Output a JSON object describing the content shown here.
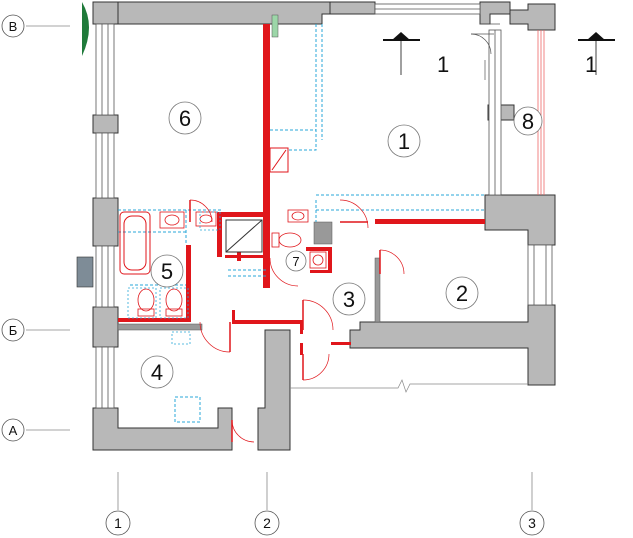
{
  "axes": {
    "rows": [
      "В",
      "Б",
      "А"
    ],
    "cols": [
      "1",
      "2",
      "3"
    ]
  },
  "rooms": [
    {
      "id": "room-1",
      "label": "1"
    },
    {
      "id": "room-2",
      "label": "2"
    },
    {
      "id": "room-3",
      "label": "3"
    },
    {
      "id": "room-4",
      "label": "4"
    },
    {
      "id": "room-5",
      "label": "5"
    },
    {
      "id": "room-6",
      "label": "6"
    },
    {
      "id": "room-7",
      "label": "7"
    },
    {
      "id": "room-8",
      "label": "8"
    }
  ],
  "section_marks": [
    "1",
    "1"
  ],
  "colors": {
    "wall": "#b8b8b8",
    "wall_stroke": "#333333",
    "new_partition": "#e0161b",
    "dashed_plumbing": "#2aa7d8",
    "column_green": "#1f7a3a",
    "column_blue": "#7e8c97"
  }
}
